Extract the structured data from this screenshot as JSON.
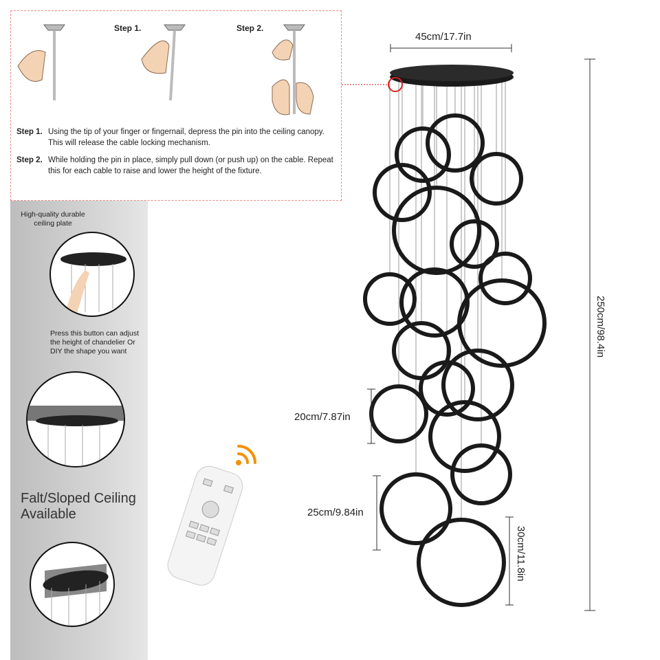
{
  "instructions": {
    "step1_header": "Step 1.",
    "step2_header": "Step 2.",
    "step1_label": "Step 1.",
    "step1_text": "Using the tip of your finger or fingernail, depress the pin into the ceiling canopy. This will release the cable locking mechanism.",
    "step2_label": "Step 2.",
    "step2_text": "While holding the pin in place, simply pull down (or push up) on the cable. Repeat this for each cable to raise and lower the height of the fixture."
  },
  "left_panel": {
    "plate_caption": "High-quality durable ceiling plate",
    "button_caption": "Press this button can adjust the height of chandelier Or DIY the shape you want",
    "sloped_caption": "Falt/Sloped Ceiling Available"
  },
  "dimensions": {
    "width": "45cm/17.7in",
    "height": "250cm/98.4in",
    "small_ring": "20cm/7.87in",
    "medium_ring": "25cm/9.84in",
    "large_ring": "30cm/11.8in"
  },
  "colors": {
    "accent": "#f39200",
    "ring": "#1a1a1a",
    "dashed_border": "#e88888",
    "highlight": "#d62020"
  }
}
